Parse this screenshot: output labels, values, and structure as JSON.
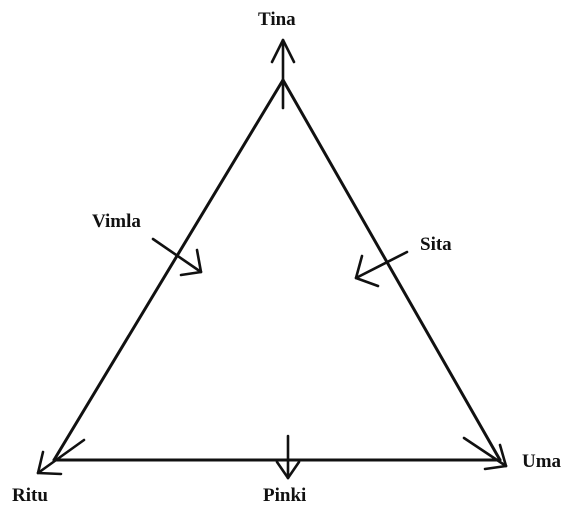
{
  "diagram": {
    "labels": {
      "tina": "Tina",
      "vimla": "Vimla",
      "sita": "Sita",
      "ritu": "Ritu",
      "pinki": "Pinki",
      "uma": "Uma"
    },
    "colors": {
      "ink": "#111111",
      "background": "#ffffff"
    }
  }
}
